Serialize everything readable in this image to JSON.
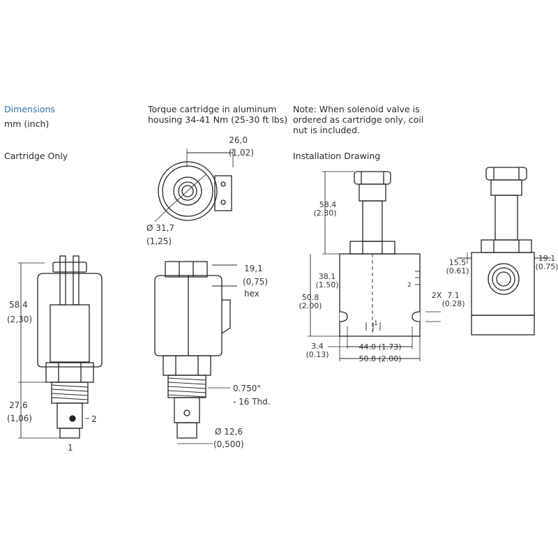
{
  "headers": {
    "dimensions_title": "Dimensions",
    "units": "mm (inch)",
    "cartridge_only": "Cartridge Only",
    "torque_line1": "Torque cartridge in aluminum",
    "torque_line2": "housing 34-41 Nm (25-30 ft lbs)",
    "note_line1": "Note: When solenoid valve is",
    "note_line2": "ordered as cartridge only, coil",
    "note_line3": "nut is included.",
    "installation_drawing": "Installation Drawing"
  },
  "cartridge": {
    "dim_584_mm": "58,4",
    "dim_584_in": "(2,30)",
    "dim_276_mm": "27,6",
    "dim_276_in": "(1,06)",
    "port_1": "1",
    "port_2": "2"
  },
  "coil": {
    "dim_260_mm": "26,0",
    "dim_260_in": "(1,02)",
    "dim_317_mm": "Ø 31,7",
    "dim_317_in": "(1,25)",
    "hex_mm": "19,1",
    "hex_in": "(0,75)",
    "hex_label": "hex",
    "thread_1": "0.750\"",
    "thread_2": "- 16 Thd.",
    "dim_126_mm": "Ø 12,6",
    "dim_126_in": "(0,500)"
  },
  "installation": {
    "dim_584_mm": "58.4",
    "dim_584_in": "(2.30)",
    "dim_381_mm": "38.1",
    "dim_381_in": "(1.50)",
    "dim_508v_mm": "50.8",
    "dim_508v_in": "(2.00)",
    "dim_34_mm": "3.4",
    "dim_34_in": "(0.13)",
    "dim_440": "44.0 (1.73)",
    "dim_508h": "50.8 (2.00)",
    "dim_2x": "2X",
    "dim_71_mm": "7.1",
    "dim_71_in": "(0.28)",
    "dim_155_mm": "15.5",
    "dim_155_in": "(0.61)",
    "dim_191_mm": "19.1",
    "dim_191_in": "(0.75)",
    "port_1": "1",
    "port_2": "2"
  }
}
